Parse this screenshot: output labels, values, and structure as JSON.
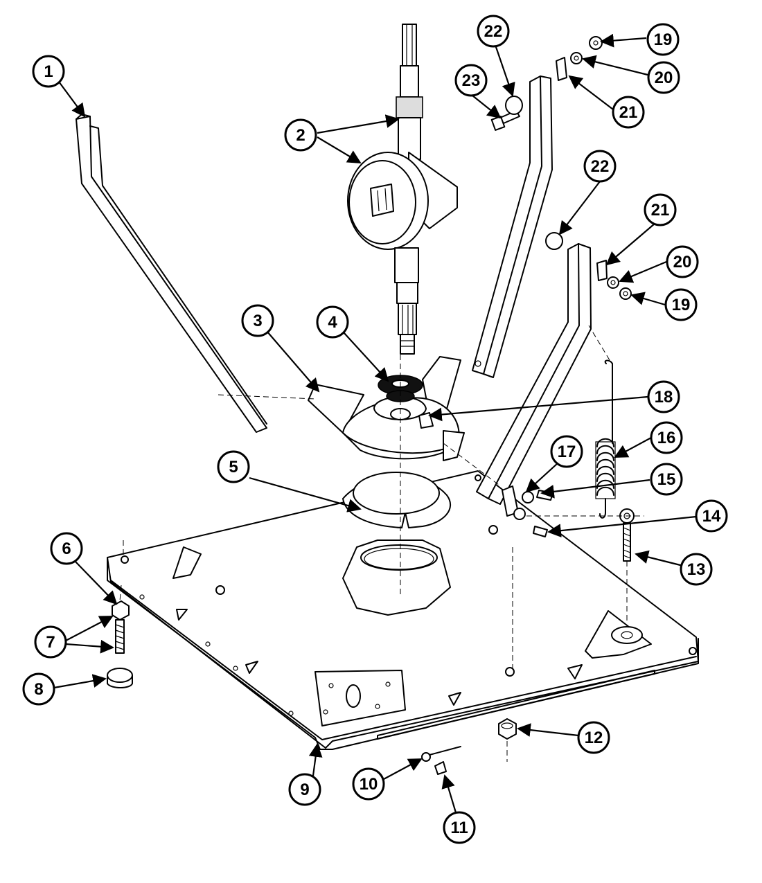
{
  "callouts": [
    {
      "label": "1"
    },
    {
      "label": "2"
    },
    {
      "label": "3"
    },
    {
      "label": "4"
    },
    {
      "label": "5"
    },
    {
      "label": "6"
    },
    {
      "label": "7"
    },
    {
      "label": "8"
    },
    {
      "label": "9"
    },
    {
      "label": "10"
    },
    {
      "label": "11"
    },
    {
      "label": "12"
    },
    {
      "label": "13"
    },
    {
      "label": "14"
    },
    {
      "label": "15"
    },
    {
      "label": "16"
    },
    {
      "label": "17"
    },
    {
      "label": "18"
    },
    {
      "label": "19"
    },
    {
      "label": "20"
    },
    {
      "label": "21"
    },
    {
      "label": "22"
    },
    {
      "label": "23"
    },
    {
      "label": "22"
    },
    {
      "label": "21"
    },
    {
      "label": "20"
    },
    {
      "label": "19"
    }
  ]
}
